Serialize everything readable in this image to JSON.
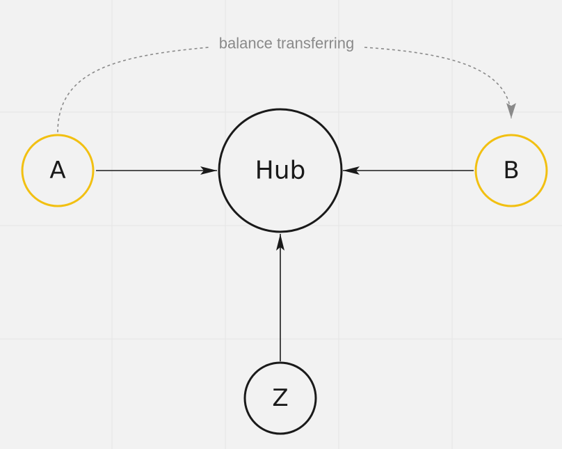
{
  "diagram": {
    "nodes": {
      "a": {
        "label": "A"
      },
      "hub": {
        "label": "Hub"
      },
      "b": {
        "label": "B"
      },
      "z": {
        "label": "Z"
      }
    },
    "edges": {
      "a_to_hub": {
        "from": "A",
        "to": "Hub"
      },
      "b_to_hub": {
        "from": "B",
        "to": "Hub"
      },
      "z_to_hub": {
        "from": "Z",
        "to": "Hub"
      },
      "a_to_b": {
        "from": "A",
        "to": "B",
        "label": "balance transferring",
        "style": "dashed"
      }
    }
  },
  "colors": {
    "background": "#f2f2f2",
    "grid": "#e4e4e4",
    "node_default": "#1a1a1a",
    "node_highlight": "#f2c012",
    "edge": "#1a1a1a",
    "edge_dashed": "#8a8a8a"
  }
}
